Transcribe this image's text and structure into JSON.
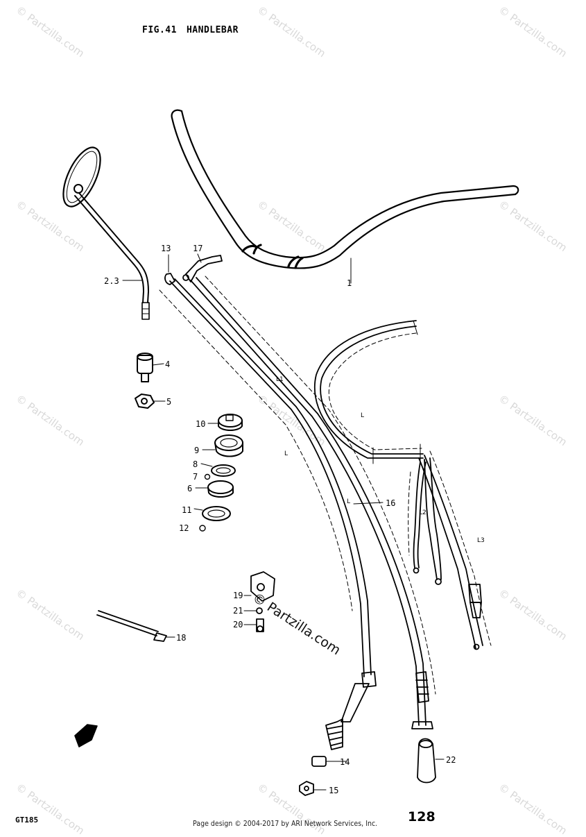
{
  "header": {
    "fig": "FIG.41",
    "name": "HANDLEBAR"
  },
  "model_code": "GT185",
  "page_number": "128",
  "footer_text": "Page design © 2004-2017 by ARI Network Services, Inc.",
  "watermark_text": "© Partzilla.com",
  "center_watermark_text": "© Partzilla.com",
  "callouts": [
    "1",
    "2.3",
    "4",
    "5",
    "6",
    "7",
    "8",
    "9",
    "10",
    "11",
    "12",
    "13",
    "14",
    "15",
    "16",
    "17",
    "18",
    "19",
    "20",
    "21",
    "22"
  ],
  "cable_labels": [
    "L1",
    "L",
    "L",
    "L",
    "L2",
    "L3"
  ]
}
